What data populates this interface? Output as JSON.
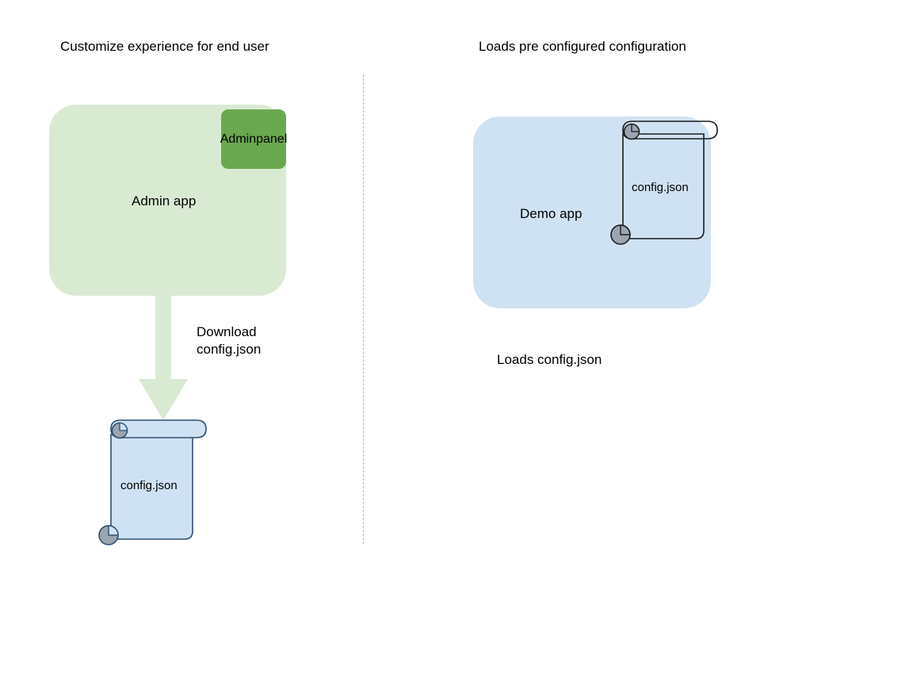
{
  "diagram": {
    "title_left": "Customize experience for end user",
    "title_right": "Loads pre configured configuration",
    "divider": {
      "style": "dotted-vertical"
    },
    "left_column": {
      "app_box": {
        "label": "Admin app",
        "color": "#d9ead3",
        "badge": {
          "label": "Admin\npanel",
          "label_line1": "Admin",
          "label_line2": "panel",
          "color": "#6aa84f"
        }
      },
      "arrow": {
        "label_line1": "Download",
        "label_line2": "config.json",
        "direction": "down",
        "color": "#d9ead3"
      },
      "document": {
        "label": "config.json",
        "fill": "#cfe2f3",
        "stroke": "#2f4f6f",
        "curl_color": "#9aa5b1"
      }
    },
    "right_column": {
      "app_box": {
        "label": "Demo app",
        "color": "#cfe2f3"
      },
      "document": {
        "label": "config.json",
        "fill": "transparent",
        "stroke": "#1c1c1c",
        "curl_color": "#9aa5b1"
      },
      "caption": "Loads config.json"
    }
  }
}
